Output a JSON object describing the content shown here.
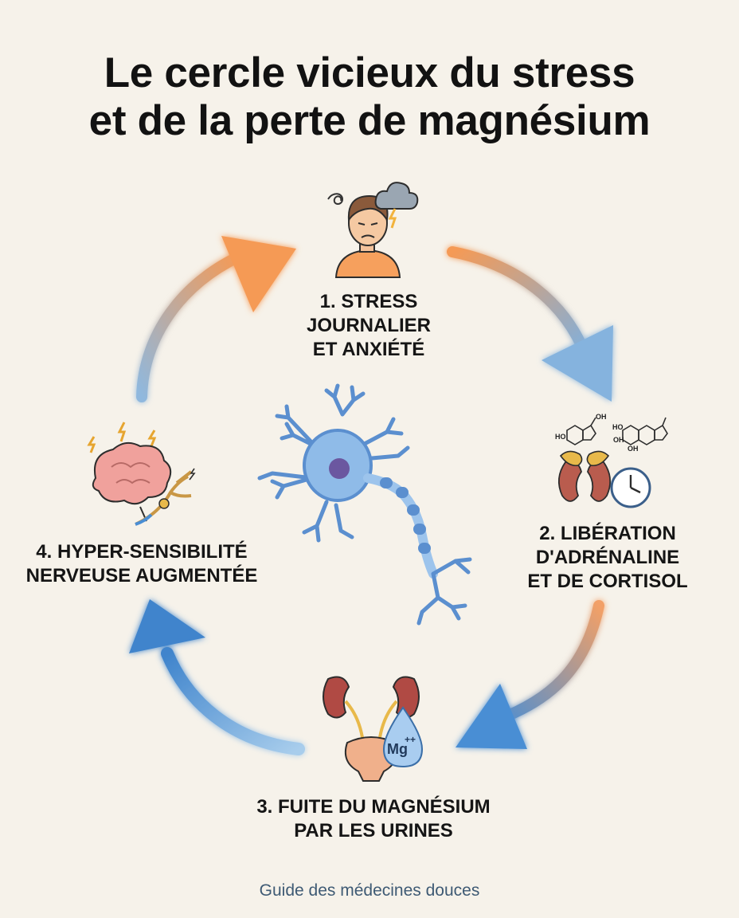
{
  "title": {
    "line1": "Le cercle vicieux du stress",
    "line2": "et de la perte de magnésium"
  },
  "steps": [
    {
      "number": "1.",
      "lines": [
        "1. STRESS",
        "JOURNALIER",
        "ET ANXIÉTÉ"
      ],
      "icon": "stressed-person-icon"
    },
    {
      "number": "2.",
      "lines": [
        "2. LIBÉRATION",
        "D'ADRÉNALINE",
        "ET DE CORTISOL"
      ],
      "icon": "adrenal-glands-clock-icon"
    },
    {
      "number": "3.",
      "lines": [
        "3. FUITE DU MAGNÉSIUM",
        "PAR LES URINES"
      ],
      "icon": "kidneys-bladder-icon"
    },
    {
      "number": "4.",
      "lines": [
        "4. HYPER-SENSIBILITÉ",
        "NERVEUSE AUGMENTÉE"
      ],
      "icon": "brain-nerve-icon"
    }
  ],
  "molecule_labels": {
    "oh": "OH",
    "ho": "HO"
  },
  "mg_label": "Mg",
  "mg_charge": "++",
  "colors": {
    "orange": "#f59a55",
    "blue": "#4a8ed4",
    "neuron": "#6ea3dc",
    "background": "#f6f2ea"
  },
  "footer": "Guide des médecines douces"
}
